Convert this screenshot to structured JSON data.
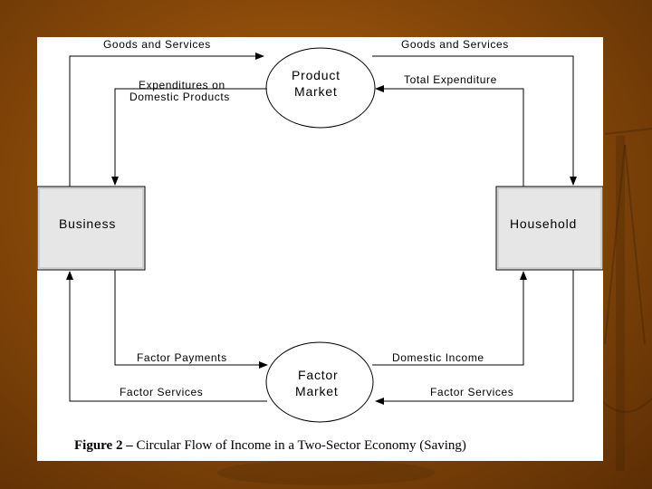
{
  "diagram": {
    "nodes": {
      "business": "Business",
      "household": "Household",
      "product_market_line1": "Product",
      "product_market_line2": "Market",
      "factor_market_line1": "Factor",
      "factor_market_line2": "Market"
    },
    "flows": {
      "goods_services_left": "Goods and Services",
      "goods_services_right": "Goods and Services",
      "expenditures_line1": "Expenditures on",
      "expenditures_line2": "Domestic Products",
      "total_expenditure": "Total Expenditure",
      "factor_payments": "Factor Payments",
      "domestic_income": "Domestic Income",
      "factor_services_left": "Factor Services",
      "factor_services_right": "Factor Services"
    },
    "caption": {
      "label": "Figure 2 –",
      "text": " Circular Flow of Income in a Two-Sector Economy (Saving)"
    }
  }
}
